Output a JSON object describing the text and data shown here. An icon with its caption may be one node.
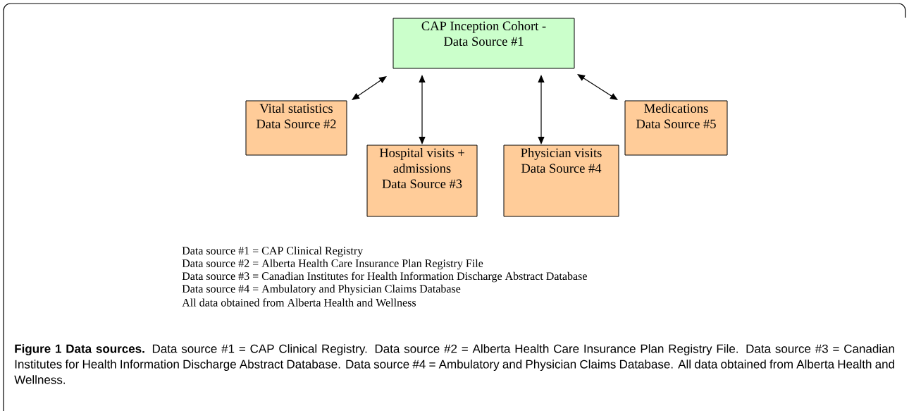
{
  "diagram": {
    "caption": "**Figure 1 Data sources.** Data source #1 = CAP Clinical Registry. Data source #2 = Alberta Health Care Insurance Plan Registry File. Data source #3 = Canadian Institutes for Health Information Discharge Abstract Database. Data source #4 = Ambulatory and Physician Claims Database. All data obtained from Alberta Health and Wellness.",
    "nodes": [
      {
        "text": [
          "CAP Inception Cohort -",
          "Data Source #1"
        ]
      },
      {
        "text": [
          "Vital statistics",
          "Data Source #2"
        ]
      },
      {
        "text": [
          "Hospital visits + admissions",
          "Data Source #3"
        ]
      },
      {
        "text": [
          "Physician visits",
          "Data Source #4"
        ]
      },
      {
        "text": [
          "Medications",
          "Data Source #5"
        ]
      }
    ],
    "edges": [
      {
        "from": 0,
        "to": 1,
        "arrow": "both"
      },
      {
        "from": 0,
        "to": 2,
        "arrow": "both"
      },
      {
        "from": 0,
        "to": 3,
        "arrow": "both"
      },
      {
        "from": 0,
        "to": 4,
        "arrow": "both"
      }
    ],
    "labels": [
      "Data source #1 = CAP Clinical Registry",
      "Data source #2 = Alberta Health Care Insurance Plan Registry File",
      "Data source #3 = Canadian Institutes for Health Information Discharge Abstract Database",
      "Data source #4 = Ambulatory and Physician Claims Database",
      "All data obtained from Alberta Health and Wellness"
    ]
  }
}
